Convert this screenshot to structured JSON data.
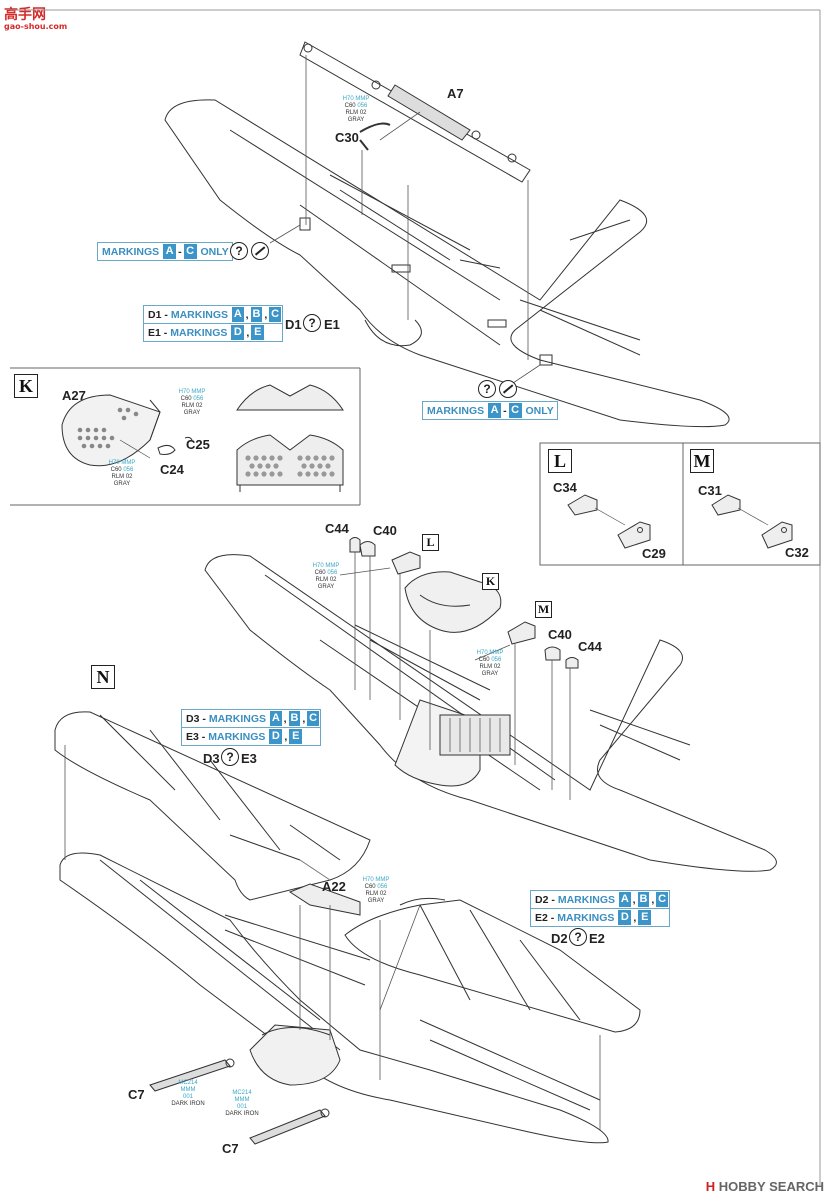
{
  "watermark": {
    "title": "高手网",
    "url": "gao-shou.com"
  },
  "footer": {
    "brand": "HOBBY SEARCH",
    "mark": "H"
  },
  "labels": {
    "a7": "A7",
    "c30": "C30",
    "a27": "A27",
    "c25": "C25",
    "c24": "C24",
    "c34": "C34",
    "c29": "C29",
    "c31": "C31",
    "c32": "C32",
    "c44_left": "C44",
    "c40_left": "C40",
    "c40_right": "C40",
    "c44_right": "C44",
    "a22": "A22",
    "c7_top": "C7",
    "c7_bottom": "C7"
  },
  "letters": {
    "K": "K",
    "L": "L",
    "M": "M",
    "N": "N"
  },
  "paint_gray": {
    "l1a": "H70",
    "l1b": "MMP",
    "l2a": "C60",
    "l2b": "056",
    "l3": "RLM 02",
    "l4": "GRAY"
  },
  "paint_iron": {
    "l1": "MC214",
    "l2": "MMM",
    "l3": "001",
    "l4": "DARK IRON"
  },
  "markings": {
    "word": "MARKINGS",
    "only": "ONLY",
    "a": "A",
    "b": "B",
    "c": "C",
    "d": "D",
    "e": "E",
    "d1": "D1 -",
    "e1": "E1 -",
    "d3": "D3 -",
    "e3": "E3 -",
    "d2": "D2 -",
    "e2": "E2 -",
    "d1e1": {
      "left": "D1",
      "right": "E1"
    },
    "d3e3": {
      "left": "D3",
      "right": "E3"
    },
    "d2e2": {
      "left": "D2",
      "right": "E2"
    },
    "q": "?"
  }
}
